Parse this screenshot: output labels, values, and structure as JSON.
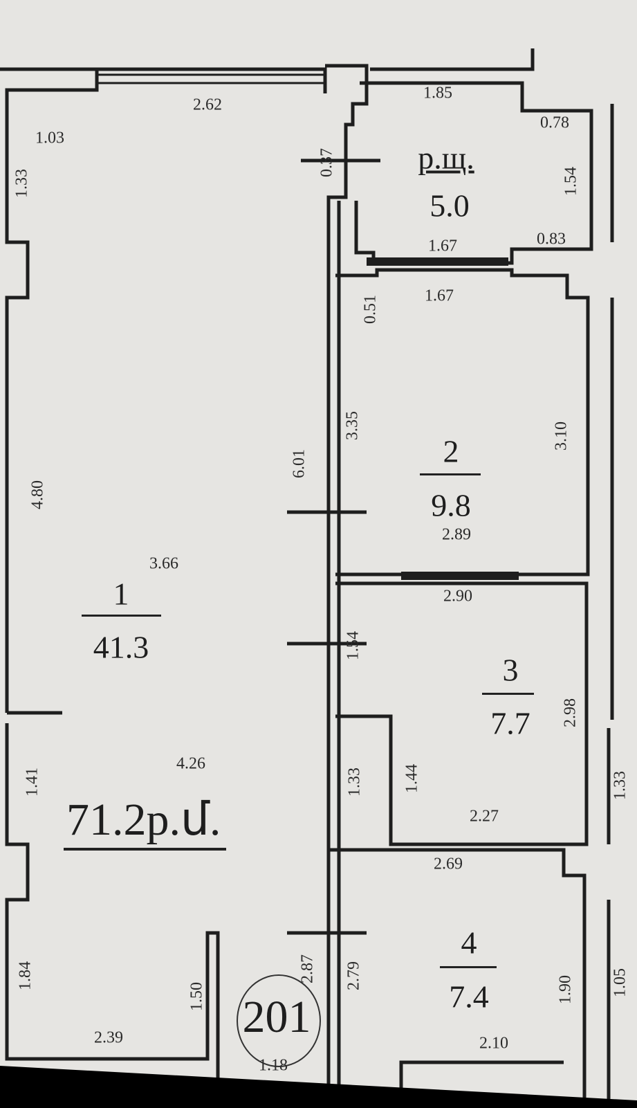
{
  "plan": {
    "total_area": "71.2р.մ.",
    "apartment_number": "201",
    "rooms": [
      {
        "id": "1",
        "area": "41.3"
      },
      {
        "id": "2",
        "area": "9.8"
      },
      {
        "id": "3",
        "area": "7.7"
      },
      {
        "id": "4",
        "area": "7.4"
      },
      {
        "id": "р.щ.",
        "area": "5.0"
      }
    ],
    "dimensions": [
      "2.62",
      "1.03",
      "1.33",
      "0.37",
      "1.85",
      "0.78",
      "1.54",
      "1.67",
      "0.83",
      "0.51",
      "1.67",
      "3.35",
      "3.10",
      "6.01",
      "4.80",
      "2.89",
      "3.66",
      "2.90",
      "1.54",
      "2.98",
      "4.26",
      "1.41",
      "1.33",
      "1.44",
      "2.27",
      "2.69",
      "1.84",
      "1.50",
      "2.87",
      "2.79",
      "1.90",
      "2.39",
      "2.10",
      "1.18",
      "1.33",
      "1.05"
    ]
  }
}
